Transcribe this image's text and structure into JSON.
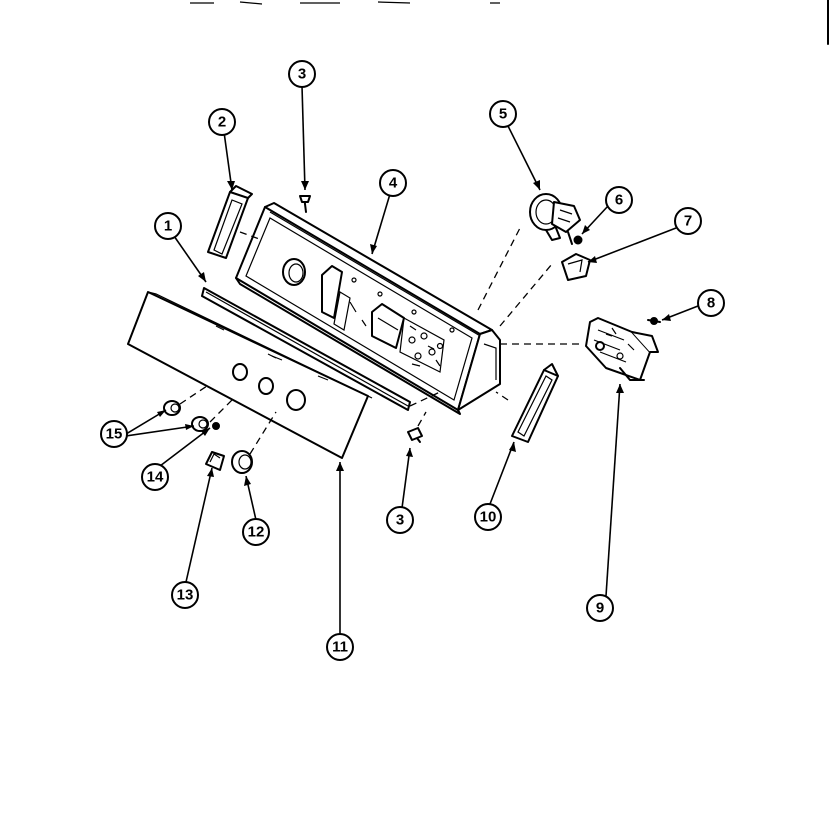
{
  "callouts": [
    {
      "id": "c1",
      "label": "1"
    },
    {
      "id": "c2",
      "label": "2"
    },
    {
      "id": "c3a",
      "label": "3"
    },
    {
      "id": "c3b",
      "label": "3"
    },
    {
      "id": "c4",
      "label": "4"
    },
    {
      "id": "c5",
      "label": "5"
    },
    {
      "id": "c6",
      "label": "6"
    },
    {
      "id": "c7",
      "label": "7"
    },
    {
      "id": "c8",
      "label": "8"
    },
    {
      "id": "c9",
      "label": "9"
    },
    {
      "id": "c10",
      "label": "10"
    },
    {
      "id": "c11",
      "label": "11"
    },
    {
      "id": "c12",
      "label": "12"
    },
    {
      "id": "c13",
      "label": "13"
    },
    {
      "id": "c14",
      "label": "14"
    },
    {
      "id": "c15",
      "label": "15"
    }
  ]
}
